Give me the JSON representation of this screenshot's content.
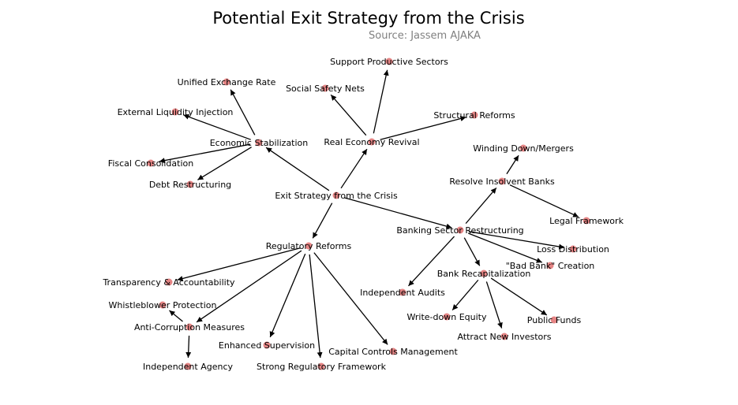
{
  "title": "Potential Exit Strategy from the Crisis",
  "subtitle": "Source: Jassem AJAKA",
  "colors": {
    "node": "#e07070",
    "edge": "#000000",
    "text": "#000000",
    "subtitle": "#808080"
  },
  "nodes": [
    {
      "id": "root",
      "label": "Exit Strategy from the Crisis"
    },
    {
      "id": "econ",
      "label": "Economic Stabilization"
    },
    {
      "id": "unified",
      "label": "Unified Exchange Rate"
    },
    {
      "id": "extliq",
      "label": "External Liquidity Injection"
    },
    {
      "id": "fiscal",
      "label": "Fiscal Consolidation"
    },
    {
      "id": "debt",
      "label": "Debt Restructuring"
    },
    {
      "id": "real",
      "label": "Real Economy Revival"
    },
    {
      "id": "support",
      "label": "Support Productive Sectors"
    },
    {
      "id": "social",
      "label": "Social Safety Nets"
    },
    {
      "id": "structural",
      "label": "Structural Reforms"
    },
    {
      "id": "bank",
      "label": "Banking Sector Restructuring"
    },
    {
      "id": "resolve",
      "label": "Resolve Insolvent Banks"
    },
    {
      "id": "winding",
      "label": "Winding Down/Mergers"
    },
    {
      "id": "legal",
      "label": "Legal Framework"
    },
    {
      "id": "loss",
      "label": "Loss Distribution"
    },
    {
      "id": "badbank",
      "label": "\"Bad Bank\" Creation"
    },
    {
      "id": "recap",
      "label": "Bank Recapitalization"
    },
    {
      "id": "writedown",
      "label": "Write-down Equity"
    },
    {
      "id": "public",
      "label": "Public Funds"
    },
    {
      "id": "newinv",
      "label": "Attract New Investors"
    },
    {
      "id": "audits",
      "label": "Independent Audits"
    },
    {
      "id": "reg",
      "label": "Regulatory Reforms"
    },
    {
      "id": "transp",
      "label": "Transparency & Accountability"
    },
    {
      "id": "whistle",
      "label": "Whistleblower Protection"
    },
    {
      "id": "anticorr",
      "label": "Anti-Corruption Measures"
    },
    {
      "id": "indagency",
      "label": "Independent Agency"
    },
    {
      "id": "enhanced",
      "label": "Enhanced Supervision"
    },
    {
      "id": "strongreg",
      "label": "Strong Regulatory Framework"
    },
    {
      "id": "capital",
      "label": "Capital Controls Management"
    }
  ],
  "edges": [
    [
      "root",
      "econ"
    ],
    [
      "root",
      "real"
    ],
    [
      "root",
      "bank"
    ],
    [
      "root",
      "reg"
    ],
    [
      "econ",
      "unified"
    ],
    [
      "econ",
      "extliq"
    ],
    [
      "econ",
      "fiscal"
    ],
    [
      "econ",
      "debt"
    ],
    [
      "real",
      "support"
    ],
    [
      "real",
      "social"
    ],
    [
      "real",
      "structural"
    ],
    [
      "bank",
      "resolve"
    ],
    [
      "bank",
      "loss"
    ],
    [
      "bank",
      "badbank"
    ],
    [
      "bank",
      "recap"
    ],
    [
      "bank",
      "audits"
    ],
    [
      "resolve",
      "winding"
    ],
    [
      "resolve",
      "legal"
    ],
    [
      "recap",
      "writedown"
    ],
    [
      "recap",
      "public"
    ],
    [
      "recap",
      "newinv"
    ],
    [
      "reg",
      "transp"
    ],
    [
      "reg",
      "anticorr"
    ],
    [
      "reg",
      "enhanced"
    ],
    [
      "reg",
      "strongreg"
    ],
    [
      "reg",
      "capital"
    ],
    [
      "anticorr",
      "whistle"
    ],
    [
      "anticorr",
      "indagency"
    ]
  ]
}
